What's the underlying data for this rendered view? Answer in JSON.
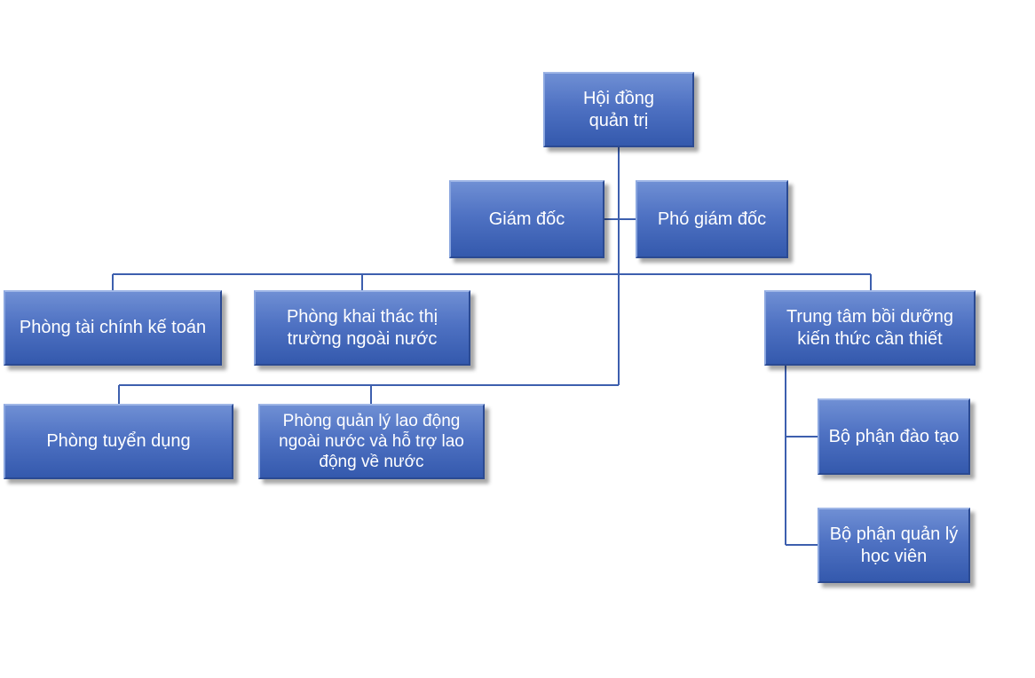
{
  "org_chart": {
    "nodes": [
      {
        "id": "hoi-dong-quan-tri",
        "label": "Hội đồng quản trị"
      },
      {
        "id": "giam-doc",
        "label": "Giám đốc"
      },
      {
        "id": "pho-giam-doc",
        "label": "Phó giám đốc"
      },
      {
        "id": "phong-tai-chinh-ke-toan",
        "label": "Phòng tài chính kế toán"
      },
      {
        "id": "phong-khai-thac-thi-truong",
        "label": "Phòng khai thác thị trường ngoài nước"
      },
      {
        "id": "trung-tam-boi-duong",
        "label": "Trung tâm bồi dưỡng kiến thức cần thiết"
      },
      {
        "id": "phong-tuyen-dung",
        "label": "Phòng tuyển dụng"
      },
      {
        "id": "phong-quan-ly-lao-dong",
        "label": "Phòng quản lý lao động ngoài nước và hỗ trợ lao động về nước"
      },
      {
        "id": "bo-phan-dao-tao",
        "label": "Bộ phận đào tạo"
      },
      {
        "id": "bo-phan-quan-ly-hoc-vien",
        "label": "Bộ phận quản lý học viên"
      }
    ],
    "edges": [
      {
        "from": "hoi-dong-quan-tri",
        "to": "giam-doc"
      },
      {
        "from": "hoi-dong-quan-tri",
        "to": "pho-giam-doc"
      },
      {
        "from": "hoi-dong-quan-tri",
        "to": "phong-tai-chinh-ke-toan"
      },
      {
        "from": "hoi-dong-quan-tri",
        "to": "phong-khai-thac-thi-truong"
      },
      {
        "from": "hoi-dong-quan-tri",
        "to": "trung-tam-boi-duong"
      },
      {
        "from": "hoi-dong-quan-tri",
        "to": "phong-tuyen-dung"
      },
      {
        "from": "hoi-dong-quan-tri",
        "to": "phong-quan-ly-lao-dong"
      },
      {
        "from": "trung-tam-boi-duong",
        "to": "bo-phan-dao-tao"
      },
      {
        "from": "trung-tam-boi-duong",
        "to": "bo-phan-quan-ly-hoc-vien"
      }
    ]
  },
  "colors": {
    "node_fill": "#4f72c3",
    "node_border": "#2b4a92",
    "node_text": "#ffffff",
    "connector": "#3d5fae"
  }
}
